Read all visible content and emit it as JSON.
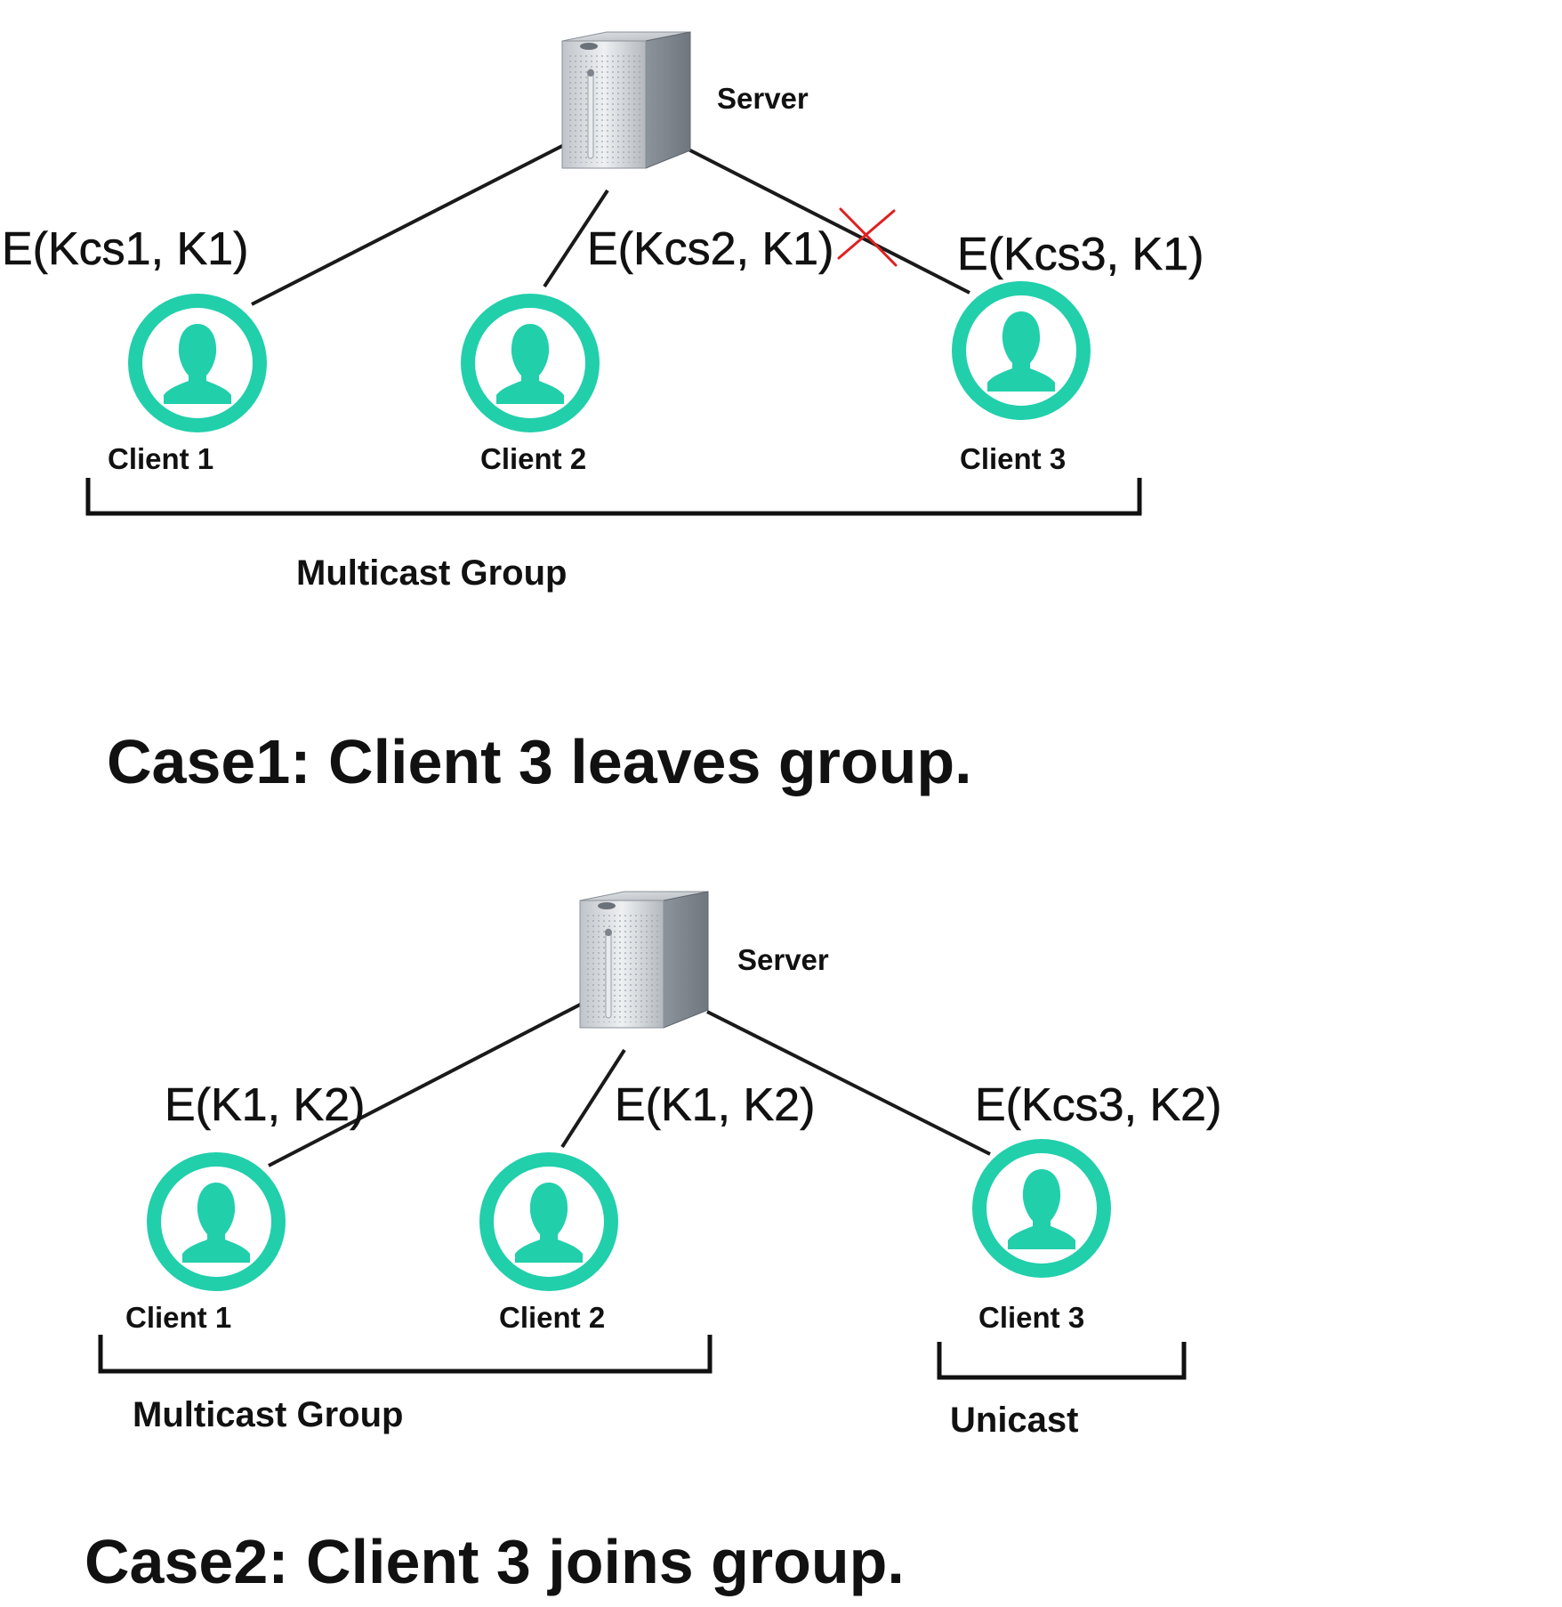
{
  "colors": {
    "client": "#21cfab",
    "line": "#1a1a1a",
    "cut_mark": "#e02020"
  },
  "icons": {
    "server": "server-tower-icon",
    "client": "user-avatar-icon",
    "cut": "x-mark-icon"
  },
  "case1": {
    "server_label": "Server",
    "clients": [
      "Client 1",
      "Client 2",
      "Client 3"
    ],
    "edge_labels": [
      "E(Kcs1, K1)",
      "E(Kcs2, K1)",
      "E(Kcs3, K1)"
    ],
    "group_label": "Multicast Group",
    "title": "Case1: Client 3 leaves group."
  },
  "case2": {
    "server_label": "Server",
    "clients": [
      "Client 1",
      "Client 2",
      "Client 3"
    ],
    "edge_labels": [
      "E(K1, K2)",
      "E(K1, K2)",
      "E(Kcs3, K2)"
    ],
    "group_label": "Multicast Group",
    "unicast_label": "Unicast",
    "title": "Case2: Client 3 joins group."
  }
}
